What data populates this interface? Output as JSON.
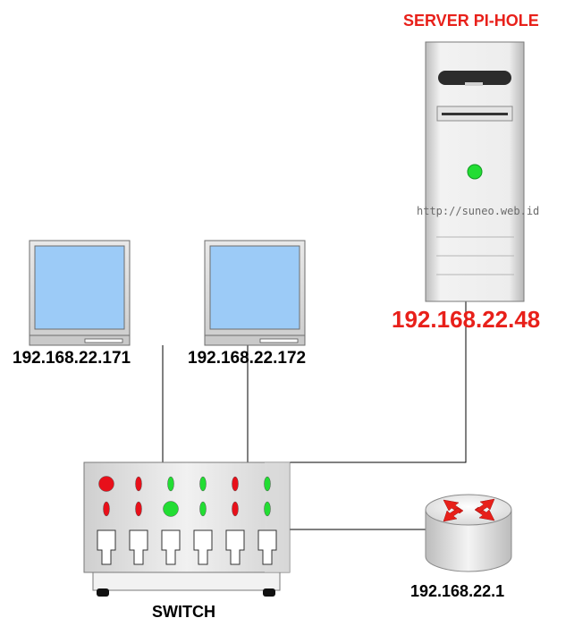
{
  "server": {
    "title": "SERVER PI-HOLE",
    "ip": "192.168.22.48",
    "watermark": "http://suneo.web.id"
  },
  "pc1": {
    "ip": "192.168.22.171"
  },
  "pc2": {
    "ip": "192.168.22.172"
  },
  "router": {
    "ip": "192.168.22.1"
  },
  "switch": {
    "label": "SWITCH"
  },
  "colors": {
    "accent_red": "#e8201a",
    "screen_blue": "#9ccbf7",
    "led_green": "#22dd33",
    "led_red": "#e8101a"
  }
}
